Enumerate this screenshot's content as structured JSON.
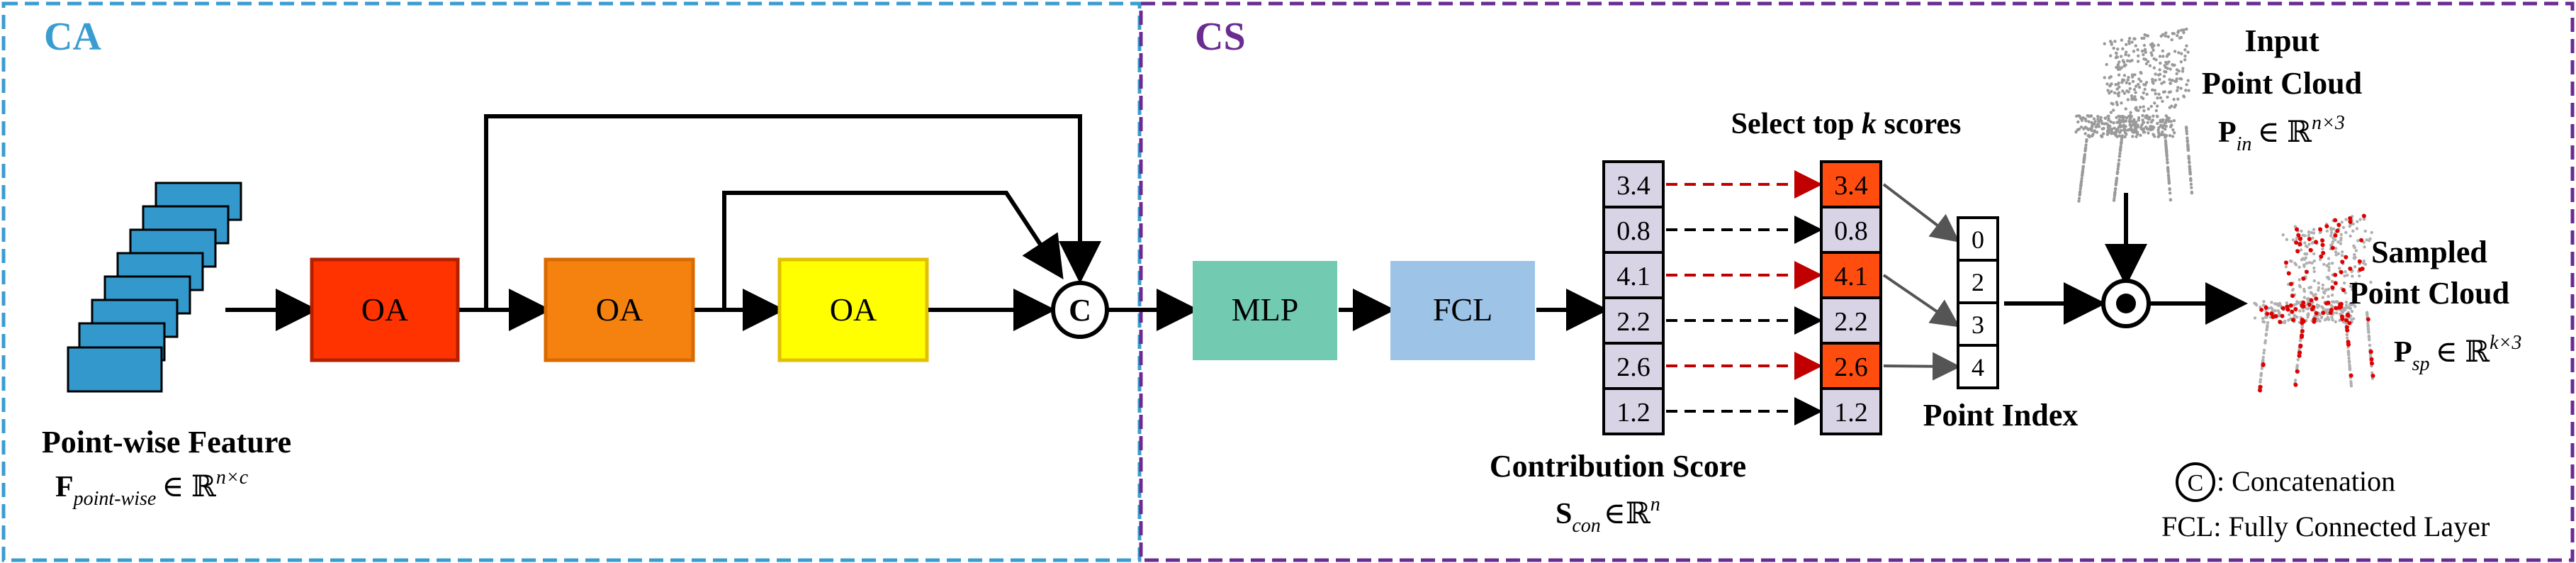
{
  "panels": {
    "ca": {
      "label": "CA",
      "color": "#3a9dd1"
    },
    "cs": {
      "label": "CS",
      "color": "#6a2c91"
    }
  },
  "ca": {
    "feature_title": "Point-wise Feature",
    "feature_symbol": "F",
    "feature_sub": "point-wise",
    "feature_in": "∈ ℝ",
    "feature_sup": "n×c",
    "blocks": [
      {
        "label": "OA",
        "fill": "#ff3300"
      },
      {
        "label": "OA",
        "fill": "#f5820f"
      },
      {
        "label": "OA",
        "fill": "#ffff00"
      }
    ],
    "concat_symbol": "C",
    "stack_color": "#3399cc"
  },
  "cs": {
    "mlp": {
      "label": "MLP",
      "fill": "#72cbb0"
    },
    "fcl": {
      "label": "FCL",
      "fill": "#9dc3e6"
    },
    "select_title_pre": "Select top ",
    "select_title_k": "k",
    "select_title_post": " scores",
    "scores": [
      "3.4",
      "0.8",
      "4.1",
      "2.2",
      "2.6",
      "1.2"
    ],
    "selected": [
      true,
      false,
      true,
      false,
      true,
      false
    ],
    "score_fill": "#d9d3e6",
    "selected_fill": "#ff4d10",
    "contribution_title": "Contribution Score",
    "contribution_symbol": "S",
    "contribution_sub": "con",
    "contribution_in": "∈ℝ",
    "contribution_sup": "n",
    "point_index": [
      "0",
      "2",
      "3",
      "4"
    ],
    "point_index_label": "Point Index",
    "input_title_1": "Input",
    "input_title_2": "Point Cloud",
    "input_symbol": "P",
    "input_sub": "in",
    "input_in": "∈ ℝ",
    "input_sup": "n×3",
    "sampled_title_1": "Sampled",
    "sampled_title_2": "Point Cloud",
    "sampled_symbol": "P",
    "sampled_sub": "sp",
    "sampled_in": "∈ ℝ",
    "sampled_sup": "k×3",
    "legend_concat_symbol": "C",
    "legend_concat_text": ": Concatenation",
    "legend_fcl_text": "FCL: Fully Connected Layer"
  }
}
